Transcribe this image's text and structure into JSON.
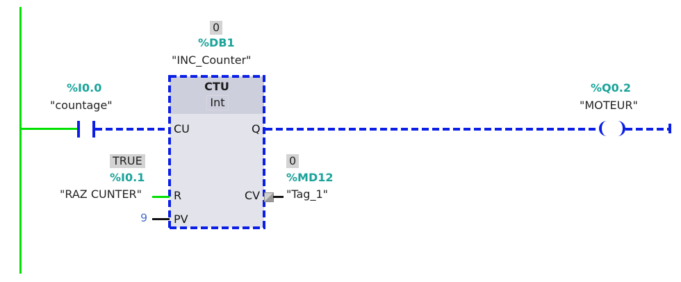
{
  "power_rail": {
    "energized": true,
    "color": "#00e000"
  },
  "contact": {
    "address": "%I0.0",
    "tag": "\"countage\"",
    "type": "normally-open",
    "state": "false"
  },
  "counter_block": {
    "instance_value": "0",
    "instance_address": "%DB1",
    "instance_tag": "\"INC_Counter\"",
    "type": "CTU",
    "data_type": "Int",
    "pins": {
      "cu": "CU",
      "q": "Q",
      "r": "R",
      "pv": "PV",
      "cv": "CV"
    },
    "reset_input": {
      "value": "TRUE",
      "address": "%I0.1",
      "tag": "\"RAZ CUNTER\""
    },
    "preset_value": "9",
    "cv_output": {
      "value": "0",
      "address": "%MD12",
      "tag": "\"Tag_1\""
    }
  },
  "coil": {
    "address": "%Q0.2",
    "tag": "\"MOTEUR\"",
    "state": "false"
  },
  "colors": {
    "energized": "#00e000",
    "not_energized": "#0a1ee6",
    "address": "#1aa39a",
    "constant": "#4a6fd0"
  }
}
